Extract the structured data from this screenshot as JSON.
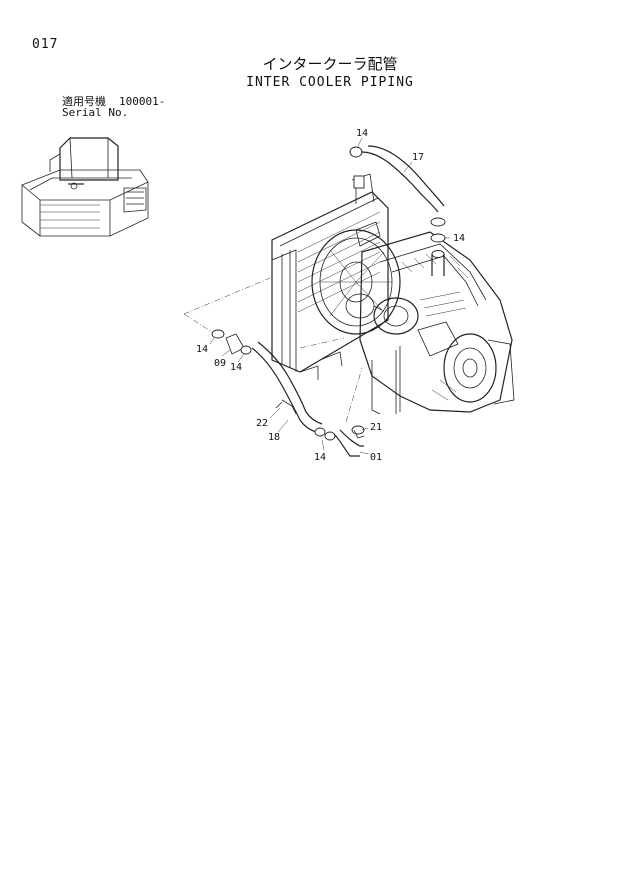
{
  "page_number": "017",
  "title_jp": "インタークーラ配管",
  "title_en": "INTER COOLER PIPING",
  "serial": {
    "label_jp": "適用号機",
    "range": "100001-",
    "label_en": "Serial No."
  },
  "callouts": {
    "c14_top": "14",
    "c17": "17",
    "c14_right": "14",
    "c14_left": "14",
    "c09": "09",
    "c14_mid": "14",
    "c22": "22",
    "c18": "18",
    "c21": "21",
    "c14_bottom": "14",
    "c01": "01"
  }
}
